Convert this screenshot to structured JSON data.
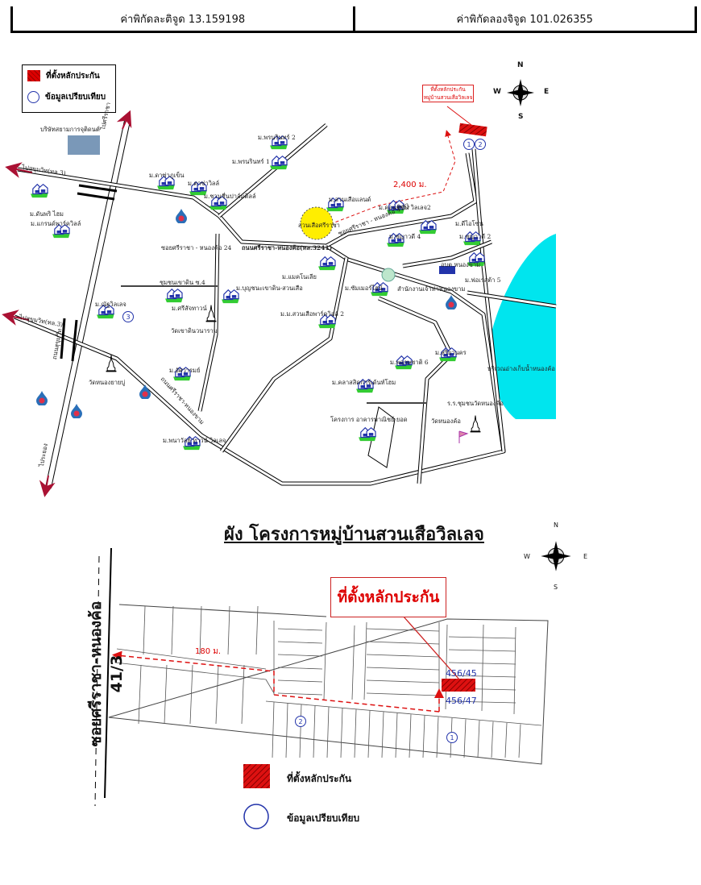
{
  "header": {
    "latitude_label": "ค่าพิกัดละติจูด 13.159198",
    "longitude_label": "ค่าพิกัดลองจิจูด 101.026355"
  },
  "legend": {
    "collateral": "ที่ตั้งหลักประกัน",
    "comparison": "ข้อมูลเปรียบเทียบ"
  },
  "compass": {
    "n": "N",
    "s": "S",
    "e": "E",
    "w": "W"
  },
  "location_map": {
    "callout_line1": "ที่ตั้งหลักประกัน",
    "callout_line2": "หมู่บ้านสวนเสือวิลเลจ",
    "distance": "2,400 ม.",
    "marker_1": "1",
    "marker_2": "2",
    "marker_3": "3",
    "labels": [
      "บริษัทสยามการจุติดนต์",
      "ไปสุขุมวิท(ทล.3)",
      "ไปศรีราชา",
      "ม.ดันพริ ไฮม",
      "ม.แกรนด์พาร์ควิลล์",
      "ม.ดาซ่าภูเข็น",
      "ม.ดาซ่าวิลล์",
      "ม.ชวนชื่นปาล์มติลล์",
      "ม.พรนรินทร์ 2",
      "ม.พรนรินทร์ 1",
      "ม.สวนเสือแลนด์",
      "ม.คอนซิชั่น วิลเลจ2",
      "ม.ดีไอโซน",
      "ม.ชญาวดี 4",
      "ม.ชญาวดี 2",
      "อบต.หนองขาม",
      "ม.ฟอเรสต้า 5",
      "ม.แมคโนเลีย",
      "ม.ซัมเมอร์ไฮน์",
      "สำนักงานเจ้าท่าหนองขาม",
      "ถนนศรีราชา-หนองค้อ(ทล.3241)",
      "ซอยศรีราชา - หนองค้อ 41/3",
      "สวนเสือศรีราชา",
      "ซอยศรีราชา - หนองค้อ 24",
      "ชุมชนเขาดิน ซ.4",
      "ม.บุญชนะเขาดิน-สวนเสือ",
      "ม.ณัฐวิลเลจ",
      "ม.ศรีสัจทาวน์",
      "วัดเขาดินวนาราม",
      "ม.ม.สวนเสือพาร์ควิลล์ 2",
      "ไปสุขุมวิท(ทล.3)",
      "วัดหนองยายบู่",
      "ถนนศรีราชา-หนองขาม",
      "ม.อัศวารมย์",
      "ม.พฤกษชาติ 6",
      "ม.สุริยานคร",
      "บริเวณอ่างเก็บน้ำหนองค้อ",
      "ม.คลาสสิคการ์เด้นท์โฮม",
      "โครงการ อาคารพาณิชย์ ยอด",
      "ร.ร.ชุมชนวัดหนองค้อ",
      "วัดหนองค้อ",
      "ม.พนาวัลย์ ทาวน์ วิลเลจ",
      "ไประยอง",
      "ถนนสุขุมวิท"
    ]
  },
  "site_plan": {
    "title": "ผัง โครงการหมู่บ้านสวนเสือวิลเลจ",
    "road_label": "ซอยศรีราชา-หนองค้อ 41/3",
    "distance": "180 ม.",
    "callout": "ที่ตั้งหลักประกัน",
    "lot_upper": "456/45",
    "lot_lower": "456/47",
    "marker_1": "1",
    "marker_2": "2"
  },
  "colors": {
    "collateral": "#dd1111",
    "comparison": "#2233aa",
    "lake": "#00e5ee",
    "house_base": "#33cc33",
    "road_distance": "#dd1111"
  }
}
